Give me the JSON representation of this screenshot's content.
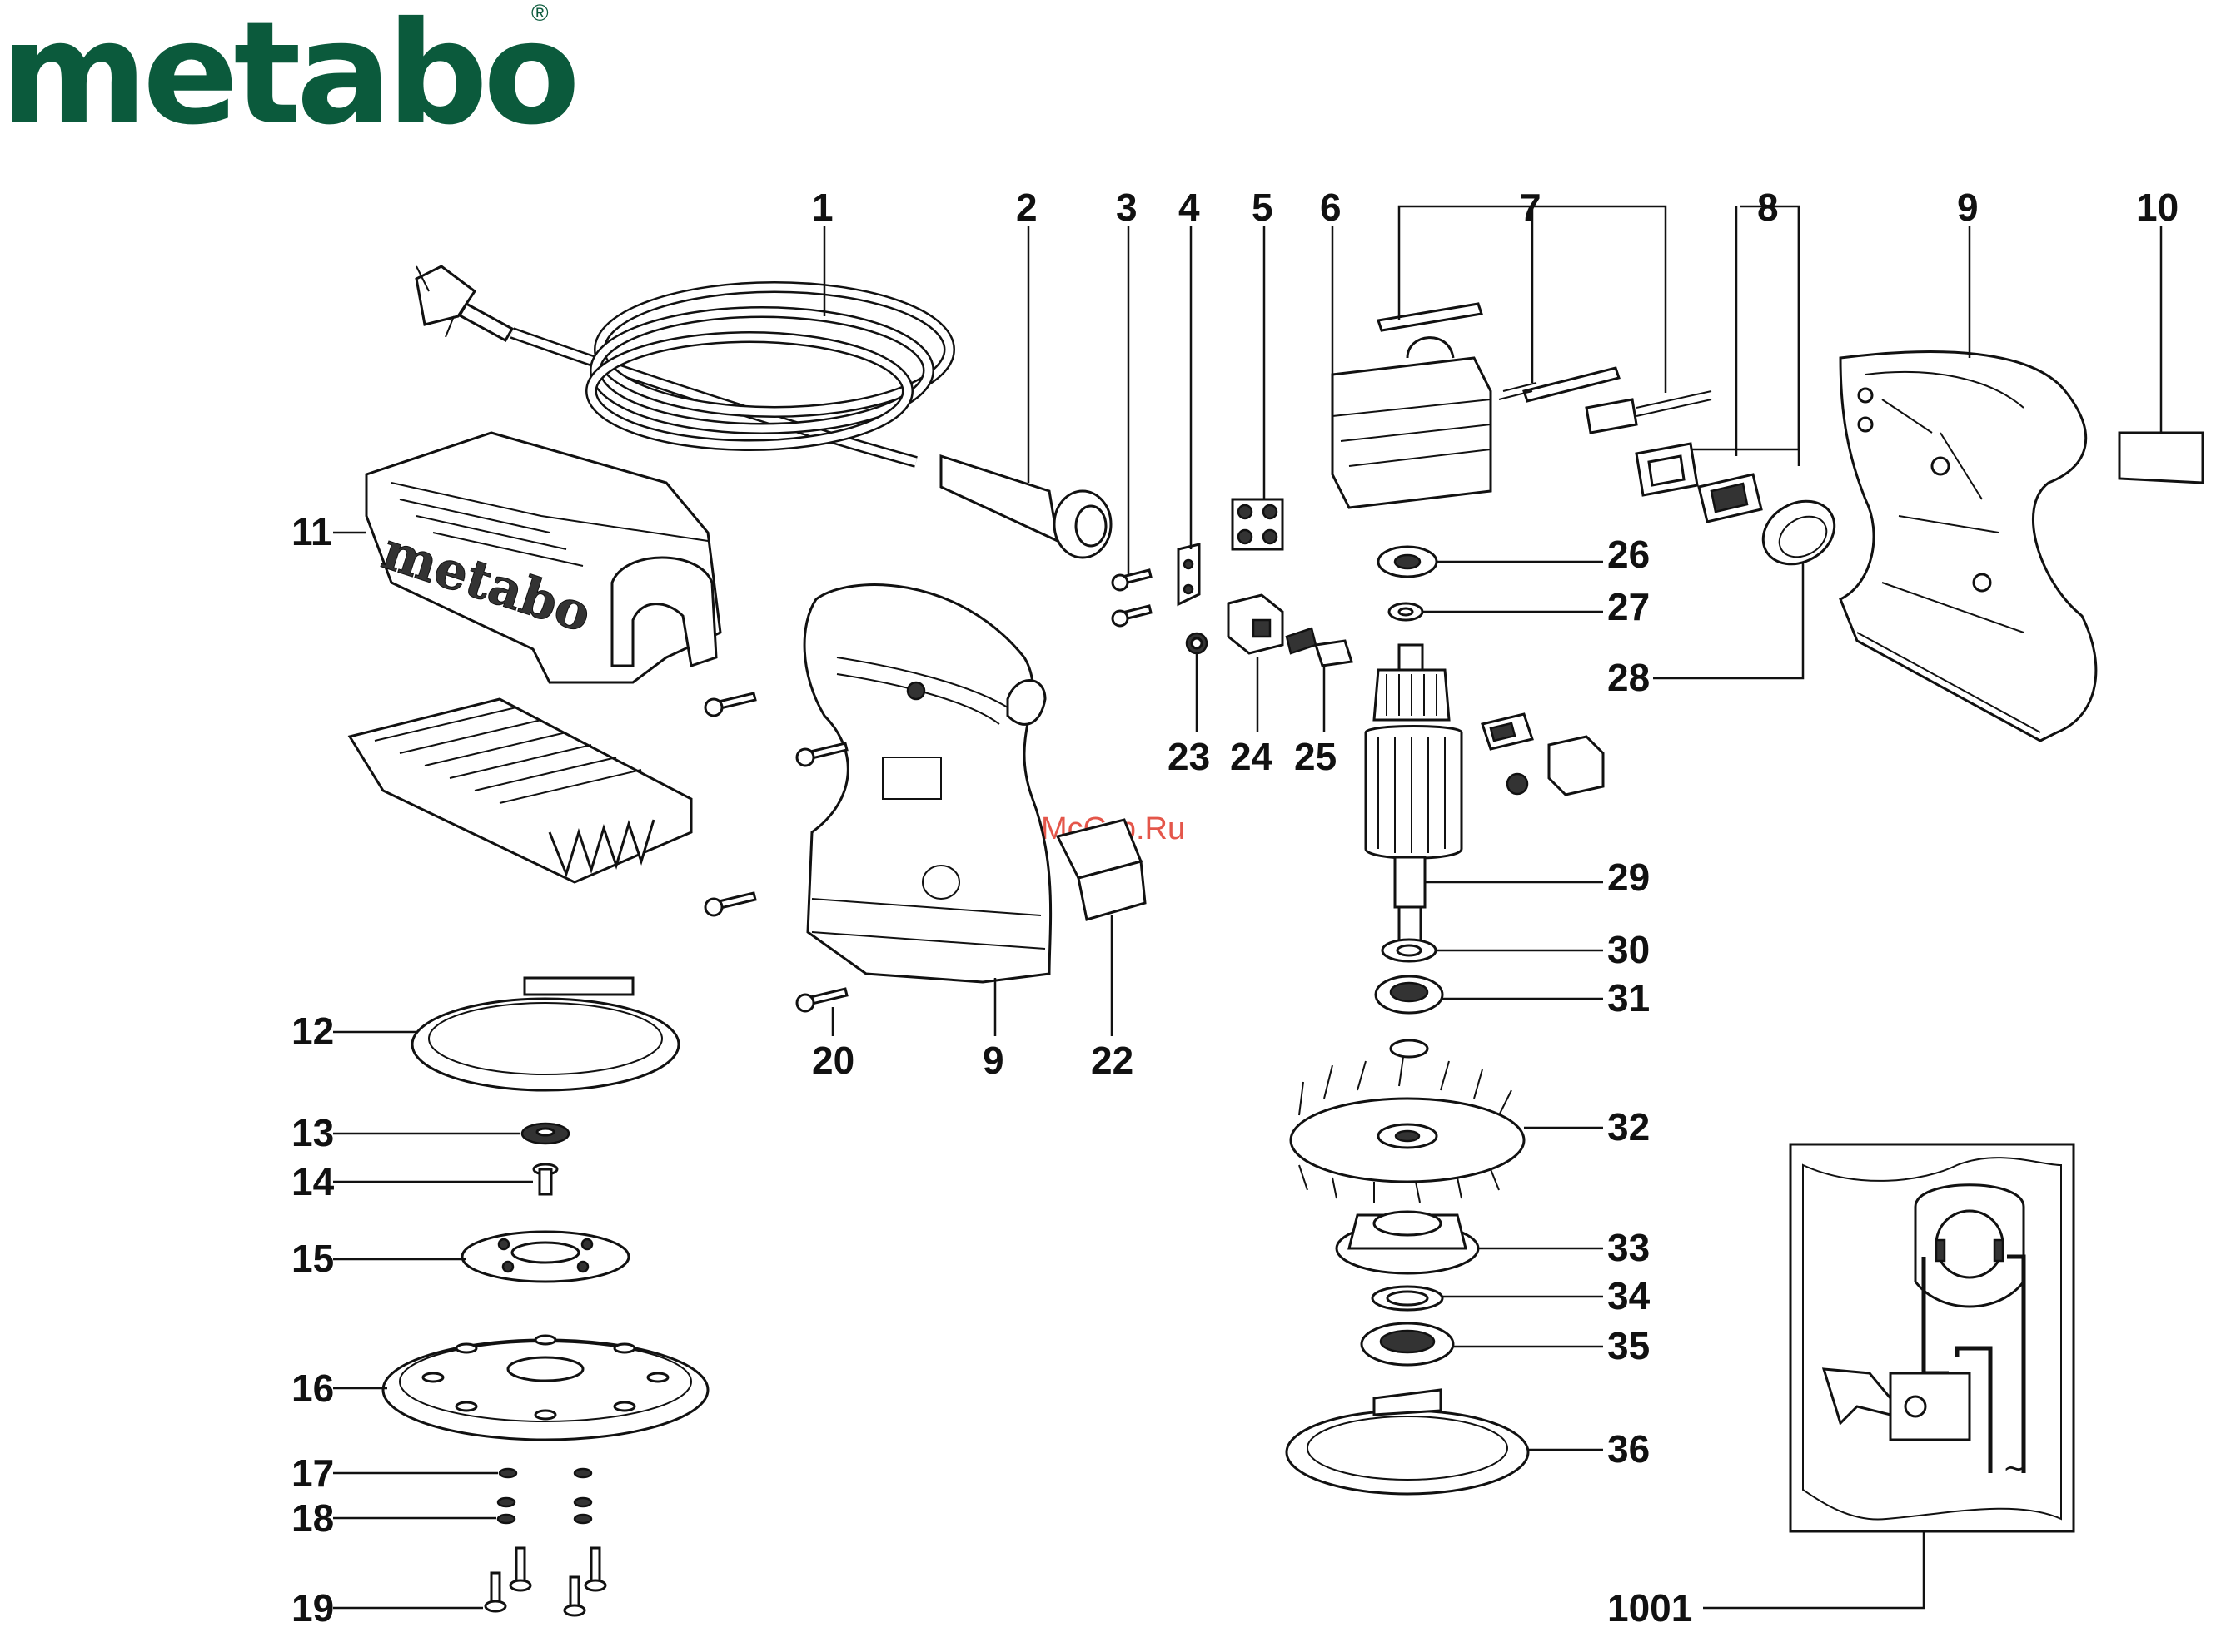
{
  "brand": {
    "logo_text": "metabo",
    "registered_mark": "®",
    "color": "#0b5a3c"
  },
  "watermark": {
    "text": "McGrp.Ru",
    "color": "#e0392b"
  },
  "labels": {
    "l1": "1",
    "l2": "2",
    "l3": "3",
    "l4": "4",
    "l5": "5",
    "l6": "6",
    "l7": "7",
    "l8": "8",
    "l9_top": "9",
    "l10": "10",
    "l11": "11",
    "l12": "12",
    "l13": "13",
    "l14": "14",
    "l15": "15",
    "l16": "16",
    "l17": "17",
    "l18": "18",
    "l19": "19",
    "l20": "20",
    "l9_bottom": "9",
    "l22": "22",
    "l23": "23",
    "l24": "24",
    "l25": "25",
    "l26": "26",
    "l27": "27",
    "l28": "28",
    "l29": "29",
    "l30": "30",
    "l31": "31",
    "l32": "32",
    "l33": "33",
    "l34": "34",
    "l35": "35",
    "l36": "36",
    "l1001": "1001"
  },
  "housing_logo_text": "metabo",
  "wiring_diagram": {
    "ac_symbol": "~"
  }
}
